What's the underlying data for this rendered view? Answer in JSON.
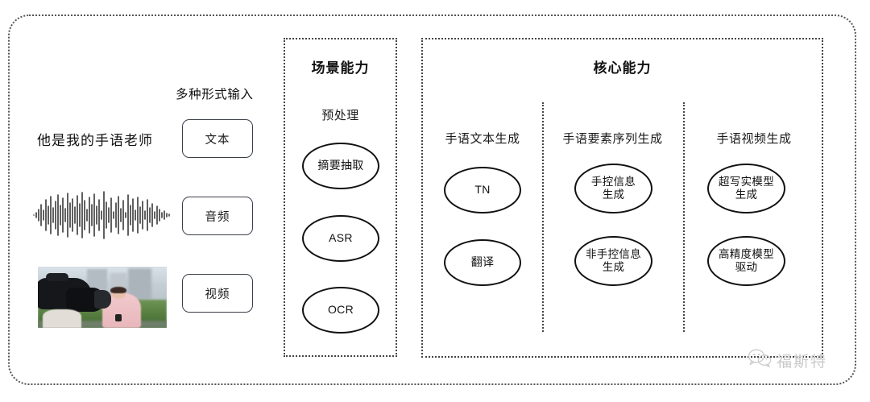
{
  "diagram": {
    "input_section": {
      "header_label": "多种形式输入",
      "sample_text": "他是我的手语老师",
      "modalities": [
        {
          "label": "文本",
          "icon": "text-sample-icon"
        },
        {
          "label": "音频",
          "icon": "audio-waveform-icon"
        },
        {
          "label": "视频",
          "icon": "video-thumbnail-icon"
        }
      ]
    },
    "scene_panel": {
      "title": "场景能力",
      "group_title": "预处理",
      "nodes": [
        {
          "label": "摘要抽取"
        },
        {
          "label": "ASR"
        },
        {
          "label": "OCR"
        }
      ]
    },
    "core_panel": {
      "title": "核心能力",
      "columns": [
        {
          "title": "手语文本生成",
          "nodes": [
            {
              "line1": "TN",
              "line2": ""
            },
            {
              "line1": "翻译",
              "line2": ""
            }
          ]
        },
        {
          "title": "手语要素序列生成",
          "nodes": [
            {
              "line1": "手控信息",
              "line2": "生成"
            },
            {
              "line1": "非手控信息",
              "line2": "生成"
            }
          ]
        },
        {
          "title": "手语视频生成",
          "nodes": [
            {
              "line1": "超写实模型",
              "line2": "生成"
            },
            {
              "line1": "高精度模型",
              "line2": "驱动"
            }
          ]
        }
      ]
    },
    "watermark": {
      "text": "福斯特",
      "icon": "wechat-icon"
    },
    "colors": {
      "background": "#ffffff",
      "stroke": "#111111",
      "dotted_border": "#444444",
      "watermark": "#c6c6c6"
    }
  }
}
